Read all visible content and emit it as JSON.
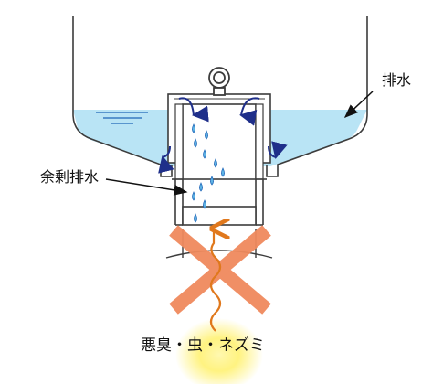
{
  "labels": {
    "drain": "排水",
    "overflow_drain": "余剰排水",
    "bottom": "悪臭・虫・ネズミ"
  },
  "colors": {
    "water": "#b9e4f5",
    "water_line": "#3a8fd0",
    "arrow": "#1f2f8a",
    "drop_fill": "#5fb6e6",
    "drop_stroke": "#1e66b8",
    "cross": "#f08a5d",
    "glow": "#fff27a",
    "squiggle": "#e0781c",
    "outline": "#3c3c3c"
  }
}
